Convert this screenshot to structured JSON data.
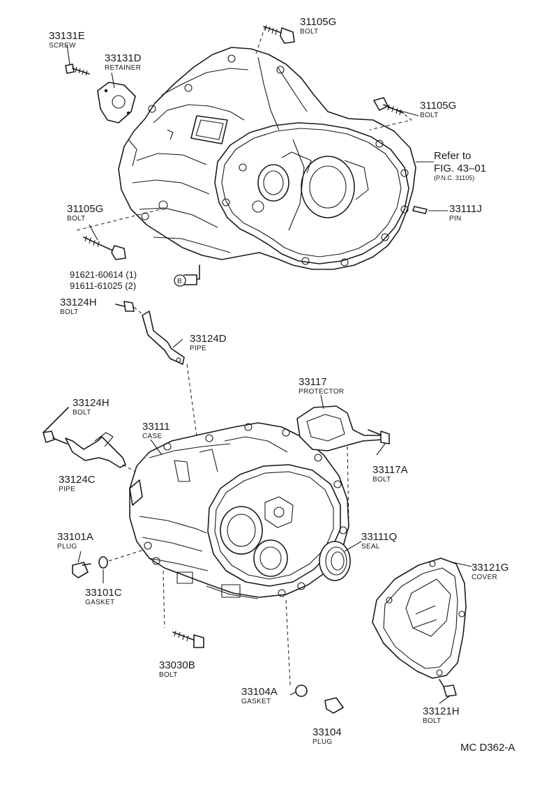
{
  "figure_code": "MC  D362-A",
  "reference": {
    "line1": "Refer to",
    "line2": "FIG. 43–01",
    "line3": "(P.N.C. 31105)"
  },
  "option_codes": {
    "line1": "91621-60614 (1)",
    "line2": "91611-61025 (2)",
    "marker": "B"
  },
  "parts": [
    {
      "pn": "33131E",
      "name": "SCREW"
    },
    {
      "pn": "33131D",
      "name": "RETAINER"
    },
    {
      "pn": "31105G",
      "name": "BOLT"
    },
    {
      "pn": "31105G",
      "name": "BOLT"
    },
    {
      "pn": "31105G",
      "name": "BOLT"
    },
    {
      "pn": "33111J",
      "name": "PIN"
    },
    {
      "pn": "33124H",
      "name": "BOLT"
    },
    {
      "pn": "33124D",
      "name": "PIPE"
    },
    {
      "pn": "33117",
      "name": "PROTECTOR"
    },
    {
      "pn": "33124H",
      "name": "BOLT"
    },
    {
      "pn": "33111",
      "name": "CASE"
    },
    {
      "pn": "33124C",
      "name": "PIPE"
    },
    {
      "pn": "33117A",
      "name": "BOLT"
    },
    {
      "pn": "33101A",
      "name": "PLUG"
    },
    {
      "pn": "33111Q",
      "name": "SEAL"
    },
    {
      "pn": "33121G",
      "name": "COVER"
    },
    {
      "pn": "33101C",
      "name": "GASKET"
    },
    {
      "pn": "33030B",
      "name": "BOLT"
    },
    {
      "pn": "33104A",
      "name": "GASKET"
    },
    {
      "pn": "33121H",
      "name": "BOLT"
    },
    {
      "pn": "33104",
      "name": "PLUG"
    }
  ]
}
